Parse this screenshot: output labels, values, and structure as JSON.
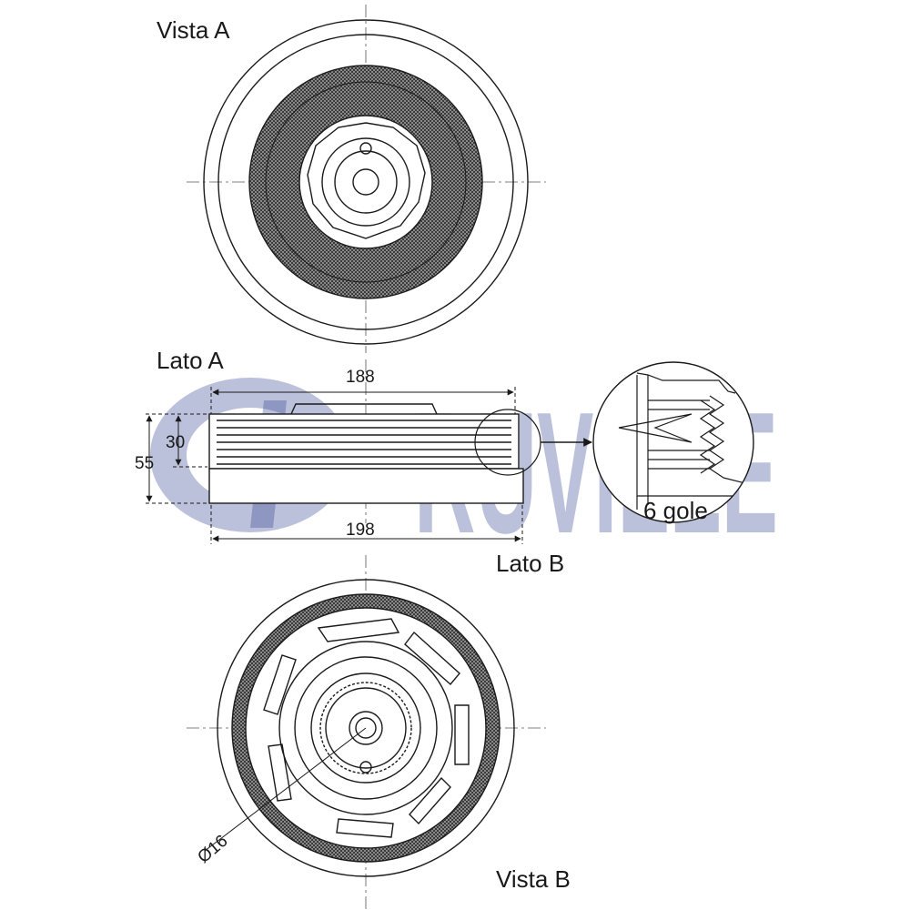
{
  "views": {
    "view_a_label": "Vista A",
    "view_b_label": "Vista B",
    "side_a_label": "Lato A",
    "side_b_label": "Lato B"
  },
  "dimensions": {
    "top_width": "188",
    "bottom_width": "198",
    "total_height": "55",
    "pulley_height": "30",
    "hole_diameter": "Ø16"
  },
  "detail": {
    "grooves_label": "6 gole"
  },
  "brand": {
    "watermark": "RUVILLE",
    "color": "#2f3f8f"
  },
  "colors": {
    "line": "#1a1a1a",
    "hatch": "#6a6a6a",
    "centerline": "#555555"
  }
}
